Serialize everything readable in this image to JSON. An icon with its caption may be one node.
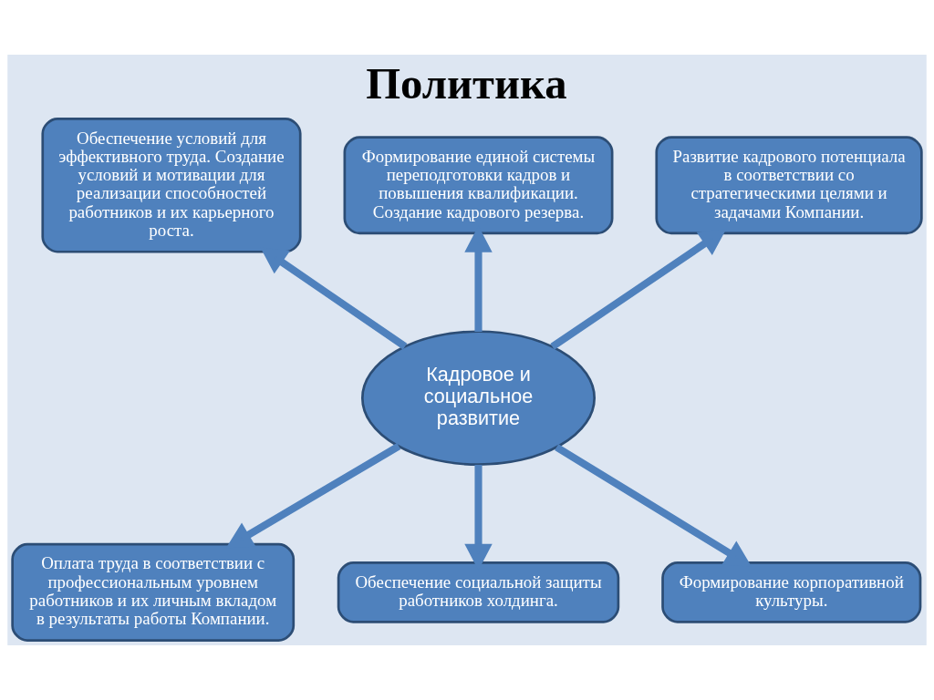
{
  "diagram": {
    "title": "Политика",
    "nodes": [
      {
        "text": [
          "Обеспечение условий для эффективного труда. Создание условий и мотивации для реализации способностей работников и их карьерного роста."
        ]
      },
      {
        "text": [
          "Формирование единой системы переподготовки кадров и повышения квалификации. Создание кадрового резерва."
        ]
      },
      {
        "text": [
          "Развитие кадрового потенциала в соответствии со стратегическими целями и задачами Компании."
        ]
      },
      {
        "text": [
          "Кадровое и социальное развитие"
        ]
      },
      {
        "text": [
          "Оплата труда в соответствии с профессиональным уровнем работников и их личным вкладом в результаты работы Компании."
        ]
      },
      {
        "text": [
          "Обеспечение социальной защиты работников холдинга."
        ]
      },
      {
        "text": [
          "Формирование корпоративной культуры."
        ]
      }
    ],
    "edges": [
      {
        "from": 3,
        "to": 2,
        "arrow": "to"
      },
      {
        "from": 3,
        "to": 0,
        "arrow": "to"
      },
      {
        "from": 3,
        "to": 1,
        "arrow": "to"
      },
      {
        "from": 3,
        "to": 4,
        "arrow": "to"
      },
      {
        "from": 3,
        "to": 5,
        "arrow": "to"
      },
      {
        "from": 3,
        "to": 6,
        "arrow": "to"
      }
    ]
  }
}
